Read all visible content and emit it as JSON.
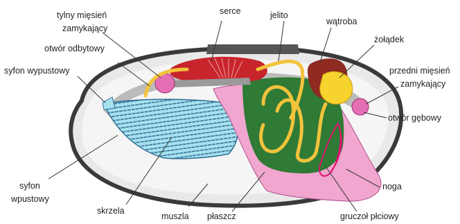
{
  "labels": {
    "tylny_line1": "tylny mięsień",
    "tylny_line2": "zamykający",
    "otwor_odbytowy": "otwór odbytowy",
    "syfon_wypustowy": "syfon wypustowy",
    "serce": "serce",
    "jelito": "jelito",
    "watroba": "wątroba",
    "zoladek": "żołądek",
    "przedni_line1": "przedni mięsień",
    "przedni_line2": "zamykający",
    "otwor_gebowy": "otwór gębowy",
    "noga": "noga",
    "gruczol_plciowy": "gruczoł płciowy",
    "plaszcz": "płaszcz",
    "muszla": "muszla",
    "skrzela": "skrzela",
    "syfon_line1": "syfon",
    "syfon_line2": "wpustowy"
  },
  "colors": {
    "shell": "#e9e9e9",
    "shell_edge": "#3a3a3a",
    "gills": "#a6e1ef",
    "gill_stripes": "#2f6c93",
    "heart": "#c8242c",
    "intestine": "#f2c33b",
    "liver": "#8e2a20",
    "stomach": "#f6d32e",
    "gonad": "#2f7a35",
    "foot": "#f0a6cf",
    "gonad_outline": "#e0106e",
    "muscle": "#e56fb4"
  }
}
